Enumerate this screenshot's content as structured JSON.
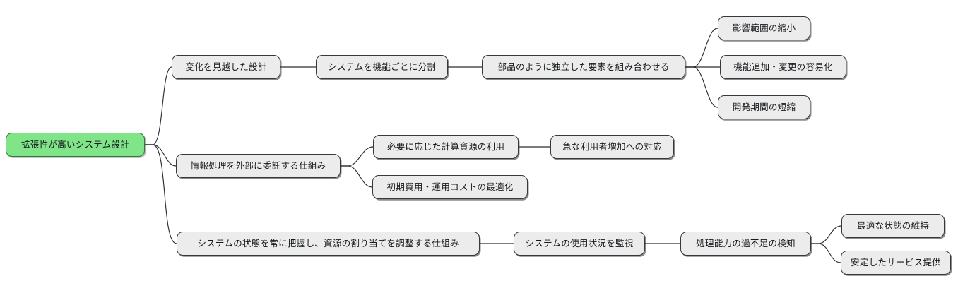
{
  "diagram": {
    "type": "mindmap",
    "title": "拡張性が高いシステム設計",
    "orientation": "left-to-right",
    "colors": {
      "root_fill": "#7fe588",
      "root_border": "#2f7a36",
      "node_fill": "#ececec",
      "node_border": "#36393b",
      "edge": "#2b2d30",
      "background": "#ffffff",
      "text": "#16191c"
    },
    "nodes": {
      "root": {
        "label": "拡張性が高いシステム設計"
      },
      "b1_l1": {
        "label": "変化を見越した設計"
      },
      "b1_l2": {
        "label": "システムを機能ごとに分割"
      },
      "b1_l3": {
        "label": "部品のように独立した要素を組み合わせる"
      },
      "b1_l4a": {
        "label": "影響範囲の縮小"
      },
      "b1_l4b": {
        "label": "機能追加・変更の容易化"
      },
      "b1_l4c": {
        "label": "開発期間の短縮"
      },
      "b2_l1": {
        "label": "情報処理を外部に委託する仕組み"
      },
      "b2_l2a": {
        "label": "必要に応じた計算資源の利用"
      },
      "b2_l3a": {
        "label": "急な利用者増加への対応"
      },
      "b2_l2b": {
        "label": "初期費用・運用コストの最適化"
      },
      "b3_l1": {
        "label": "システムの状態を常に把握し、資源の割り当てを調整する仕組み"
      },
      "b3_l2": {
        "label": "システムの使用状況を監視"
      },
      "b3_l3": {
        "label": "処理能力の過不足の検知"
      },
      "b3_l4a": {
        "label": "最適な状態の維持"
      },
      "b3_l4b": {
        "label": "安定したサービス提供"
      }
    },
    "edges": [
      {
        "from": "root",
        "to": "b1_l1"
      },
      {
        "from": "root",
        "to": "b2_l1"
      },
      {
        "from": "root",
        "to": "b3_l1"
      },
      {
        "from": "b1_l1",
        "to": "b1_l2"
      },
      {
        "from": "b1_l2",
        "to": "b1_l3"
      },
      {
        "from": "b1_l3",
        "to": "b1_l4a"
      },
      {
        "from": "b1_l3",
        "to": "b1_l4b"
      },
      {
        "from": "b1_l3",
        "to": "b1_l4c"
      },
      {
        "from": "b2_l1",
        "to": "b2_l2a"
      },
      {
        "from": "b2_l1",
        "to": "b2_l2b"
      },
      {
        "from": "b2_l2a",
        "to": "b2_l3a"
      },
      {
        "from": "b3_l1",
        "to": "b3_l2"
      },
      {
        "from": "b3_l2",
        "to": "b3_l3"
      },
      {
        "from": "b3_l3",
        "to": "b3_l4a"
      },
      {
        "from": "b3_l3",
        "to": "b3_l4b"
      }
    ]
  }
}
